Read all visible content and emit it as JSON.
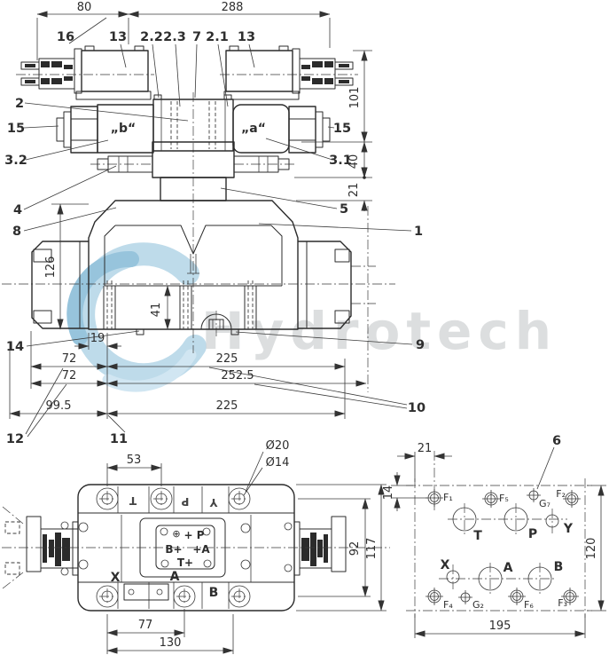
{
  "watermark": {
    "text": "Hydrotech",
    "swirl_light": "#b3d5e7",
    "swirl_dark": "#85bad7"
  },
  "front": {
    "dims": {
      "d80": "80",
      "d288": "288",
      "d101": "101",
      "d40": "40",
      "d21": "21",
      "d126": "126",
      "d41": "41",
      "d19": "19",
      "d72a": "72",
      "d225a": "225",
      "d72b": "72",
      "d2525": "252.5",
      "d995": "99.5",
      "d225b": "225"
    },
    "callouts": {
      "c1": "1",
      "c2": "2",
      "c21": "2.1",
      "c22": "2.2",
      "c23": "2.3",
      "c31": "3.1",
      "c32": "3.2",
      "c4": "4",
      "c5": "5",
      "c7": "7",
      "c8": "8",
      "c9": "9",
      "c10": "10",
      "c11": "11",
      "c12": "12",
      "c13l": "13",
      "c13r": "13",
      "c14": "14",
      "c15l": "15",
      "c15r": "15",
      "c16": "16"
    },
    "labels": {
      "b": "„b“",
      "a": "„a“"
    }
  },
  "top": {
    "dims": {
      "d53": "53",
      "dia20": "Ø20",
      "dia14": "Ø14",
      "d92": "92",
      "d117": "117",
      "d77": "77",
      "d130": "130"
    },
    "band": {
      "t": "T",
      "p": "P",
      "y": "Y"
    },
    "nameplate": {
      "sym": "⊕",
      "p": "+ P",
      "b": "B+",
      "a": "+A",
      "t": "T+"
    },
    "labels": {
      "x": "X",
      "a": "A",
      "b": "B"
    }
  },
  "ports": {
    "callout6": "6",
    "dims": {
      "d21": "21",
      "d14": "14",
      "d120": "120",
      "d195": "195"
    },
    "labels": {
      "f1": "F₁",
      "f5": "F₅",
      "g7": "G₇",
      "f2": "F₂",
      "t": "T",
      "p": "P",
      "y": "Y",
      "x": "X",
      "a": "A",
      "b": "B",
      "f4": "F₄",
      "g2": "G₂",
      "f6": "F₆",
      "f3": "F₃"
    }
  }
}
